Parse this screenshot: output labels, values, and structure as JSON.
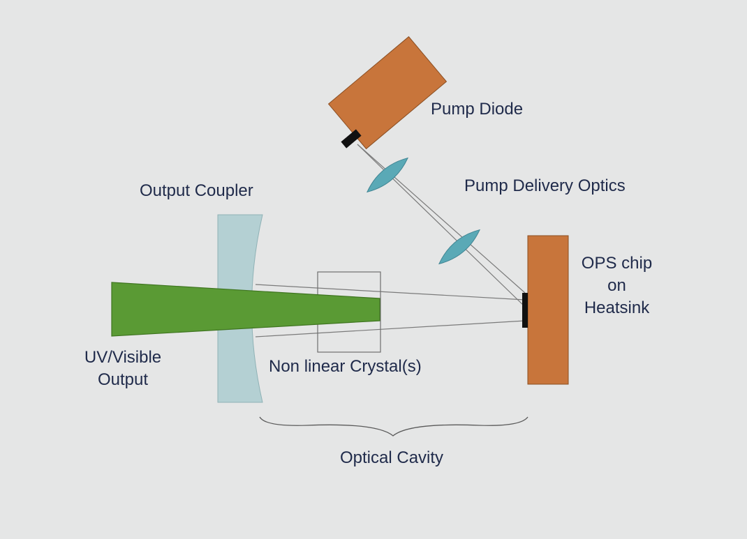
{
  "labels": {
    "pump_diode": "Pump Diode",
    "pump_delivery_optics": "Pump Delivery Optics",
    "output_coupler": "Output Coupler",
    "ops_chip_line1": "OPS chip",
    "ops_chip_line2": "on",
    "ops_chip_line3": "Heatsink",
    "uv_line1": "UV/Visible",
    "uv_line2": "Output",
    "nonlinear_crystal": "Non linear Crystal(s)",
    "optical_cavity": "Optical Cavity"
  },
  "colors": {
    "background": "#e5e6e6",
    "orange": "#c8753b",
    "green": "#5a9a34",
    "teal_lens": "#5aa9b6",
    "coupler": "#b4d0d3",
    "text": "#1f2a4a",
    "beam_line": "#7a7a7a"
  }
}
